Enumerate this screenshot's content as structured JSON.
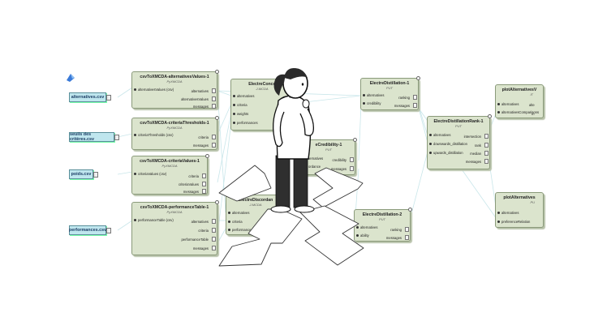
{
  "inputs": [
    {
      "label": "alternatives.csv"
    },
    {
      "label": "seuils des critères.csv"
    },
    {
      "label": "poids.csv"
    },
    {
      "label": "performances.csv"
    }
  ],
  "nodes": [
    {
      "title": "csvToXMCDA-alternativesValues-1",
      "sub": "PyXMCDA",
      "in": [
        "alternativesValues (csv)"
      ],
      "out": [
        "alternatives",
        "alternativesValues",
        "messages"
      ]
    },
    {
      "title": "csvToXMCDA-criteriaThresholds-1",
      "sub": "PyXMCDA",
      "in": [
        "criteriaThresholds (csv)"
      ],
      "out": [
        "criteria",
        "messages"
      ]
    },
    {
      "title": "csvToXMCDA-criteriaValues-1",
      "sub": "PyXMCDA",
      "in": [
        "criteriaValues (csv)"
      ],
      "out": [
        "criteria",
        "criteriaValues",
        "messages"
      ]
    },
    {
      "title": "csvToXMCDA-performanceTable-1",
      "sub": "PyXMCDA",
      "in": [
        "performanceTable (csv)"
      ],
      "out": [
        "alternatives",
        "criteria",
        "performanceTable",
        "messages"
      ]
    },
    {
      "title": "ElectreConco",
      "sub": "J-MCDA",
      "in": [
        "alternatives",
        "criteria",
        "weights",
        "performances"
      ],
      "out": []
    },
    {
      "title": "eCredibility-1",
      "sub": "PUT",
      "in": [
        "ternatives",
        "ordance"
      ],
      "out": [
        "credibility",
        "messages"
      ]
    },
    {
      "title": "ElectreDiscordan",
      "sub": "J-MCDA",
      "in": [
        "alternatives",
        "criteria",
        "performances"
      ],
      "out": []
    },
    {
      "title": "ElectreDistillation-1",
      "sub": "PUT",
      "in": [
        "alternatives",
        "credibility"
      ],
      "out": [
        "ranking",
        "messages"
      ]
    },
    {
      "title": "ElectreDistillation-2",
      "sub": "PUT",
      "in": [
        "alternatives",
        "ability"
      ],
      "out": [
        "ranking",
        "messages"
      ]
    },
    {
      "title": "ElectreDistillationRank-1",
      "sub": "PUT",
      "in": [
        "alternatives",
        "downwards_distillation",
        "upwards_distillation"
      ],
      "out": [
        "intersection",
        "rank",
        "median",
        "messages"
      ]
    },
    {
      "title": "plotAlternativesV",
      "sub": "IT",
      "in": [
        "alternatives",
        "alternativesComparisons"
      ],
      "out": [
        "alte",
        "m"
      ]
    },
    {
      "title": "plotAlternatives",
      "sub": "PU",
      "in": [
        "alternatives",
        "preferenceRelation"
      ],
      "out": []
    }
  ]
}
